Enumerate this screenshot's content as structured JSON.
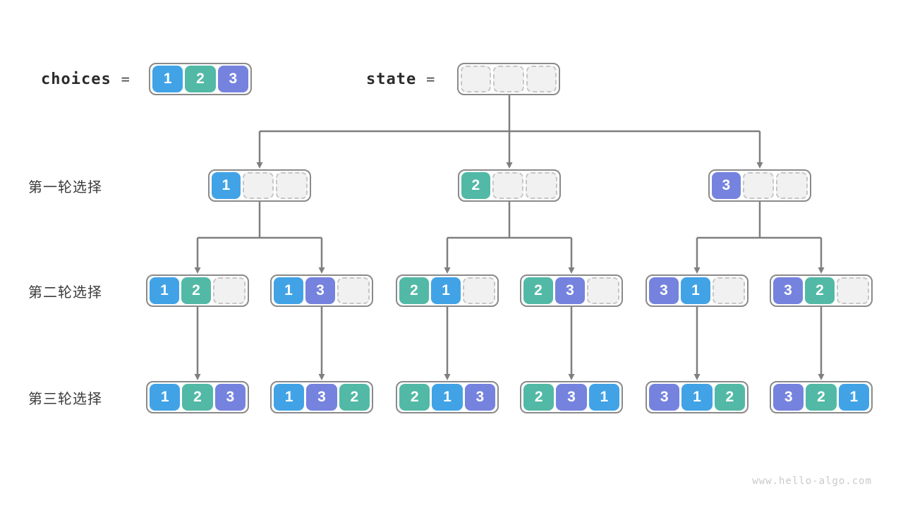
{
  "header": {
    "choices_label": "choices",
    "choices_equals": "=",
    "choices_values": [
      "1",
      "2",
      "3"
    ],
    "state_label": "state",
    "state_equals": "="
  },
  "rounds": [
    {
      "label": "第一轮选择"
    },
    {
      "label": "第二轮选择"
    },
    {
      "label": "第三轮选择"
    }
  ],
  "tree": {
    "level1": [
      {
        "cells": [
          "1",
          "",
          ""
        ]
      },
      {
        "cells": [
          "2",
          "",
          ""
        ]
      },
      {
        "cells": [
          "3",
          "",
          ""
        ]
      }
    ],
    "level2": [
      {
        "cells": [
          "1",
          "2",
          ""
        ]
      },
      {
        "cells": [
          "1",
          "3",
          ""
        ]
      },
      {
        "cells": [
          "2",
          "1",
          ""
        ]
      },
      {
        "cells": [
          "2",
          "3",
          ""
        ]
      },
      {
        "cells": [
          "3",
          "1",
          ""
        ]
      },
      {
        "cells": [
          "3",
          "2",
          ""
        ]
      }
    ],
    "level3": [
      {
        "cells": [
          "1",
          "2",
          "3"
        ]
      },
      {
        "cells": [
          "1",
          "3",
          "2"
        ]
      },
      {
        "cells": [
          "2",
          "1",
          "3"
        ]
      },
      {
        "cells": [
          "2",
          "3",
          "1"
        ]
      },
      {
        "cells": [
          "3",
          "1",
          "2"
        ]
      },
      {
        "cells": [
          "3",
          "2",
          "1"
        ]
      }
    ]
  },
  "colors": {
    "value1": "#41a3e6",
    "value2": "#52b9a6",
    "value3": "#7583de",
    "arrow": "#7f7f7f"
  },
  "footer": {
    "watermark": "www.hello-algo.com"
  }
}
